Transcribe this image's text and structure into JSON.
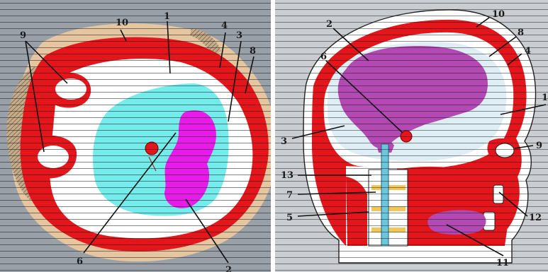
{
  "figure": {
    "left_panel": {
      "labels": [
        "10",
        "1",
        "4",
        "3",
        "8",
        "9",
        "6",
        "2"
      ]
    },
    "right_panel": {
      "labels": [
        "10",
        "2",
        "8",
        "4",
        "6",
        "1",
        "3",
        "9",
        "13",
        "7",
        "5",
        "12",
        "11"
      ]
    }
  },
  "colors": {
    "background_left": "#9aa0a8",
    "background_right": "#c9cdd2",
    "skin": "#e6c6a0",
    "skin_edge": "#a88a66",
    "bone_red": "#e4161b",
    "csf_white": "#ffffff",
    "gray_matter_cyan": "#74ecec",
    "white_matter_magenta": "#e81ce8",
    "brain_purple": "#b34ab3",
    "brain_light": "#dfeef4",
    "spine_blue": "#6cc6dc",
    "disc_yellow": "#f0c75a"
  }
}
